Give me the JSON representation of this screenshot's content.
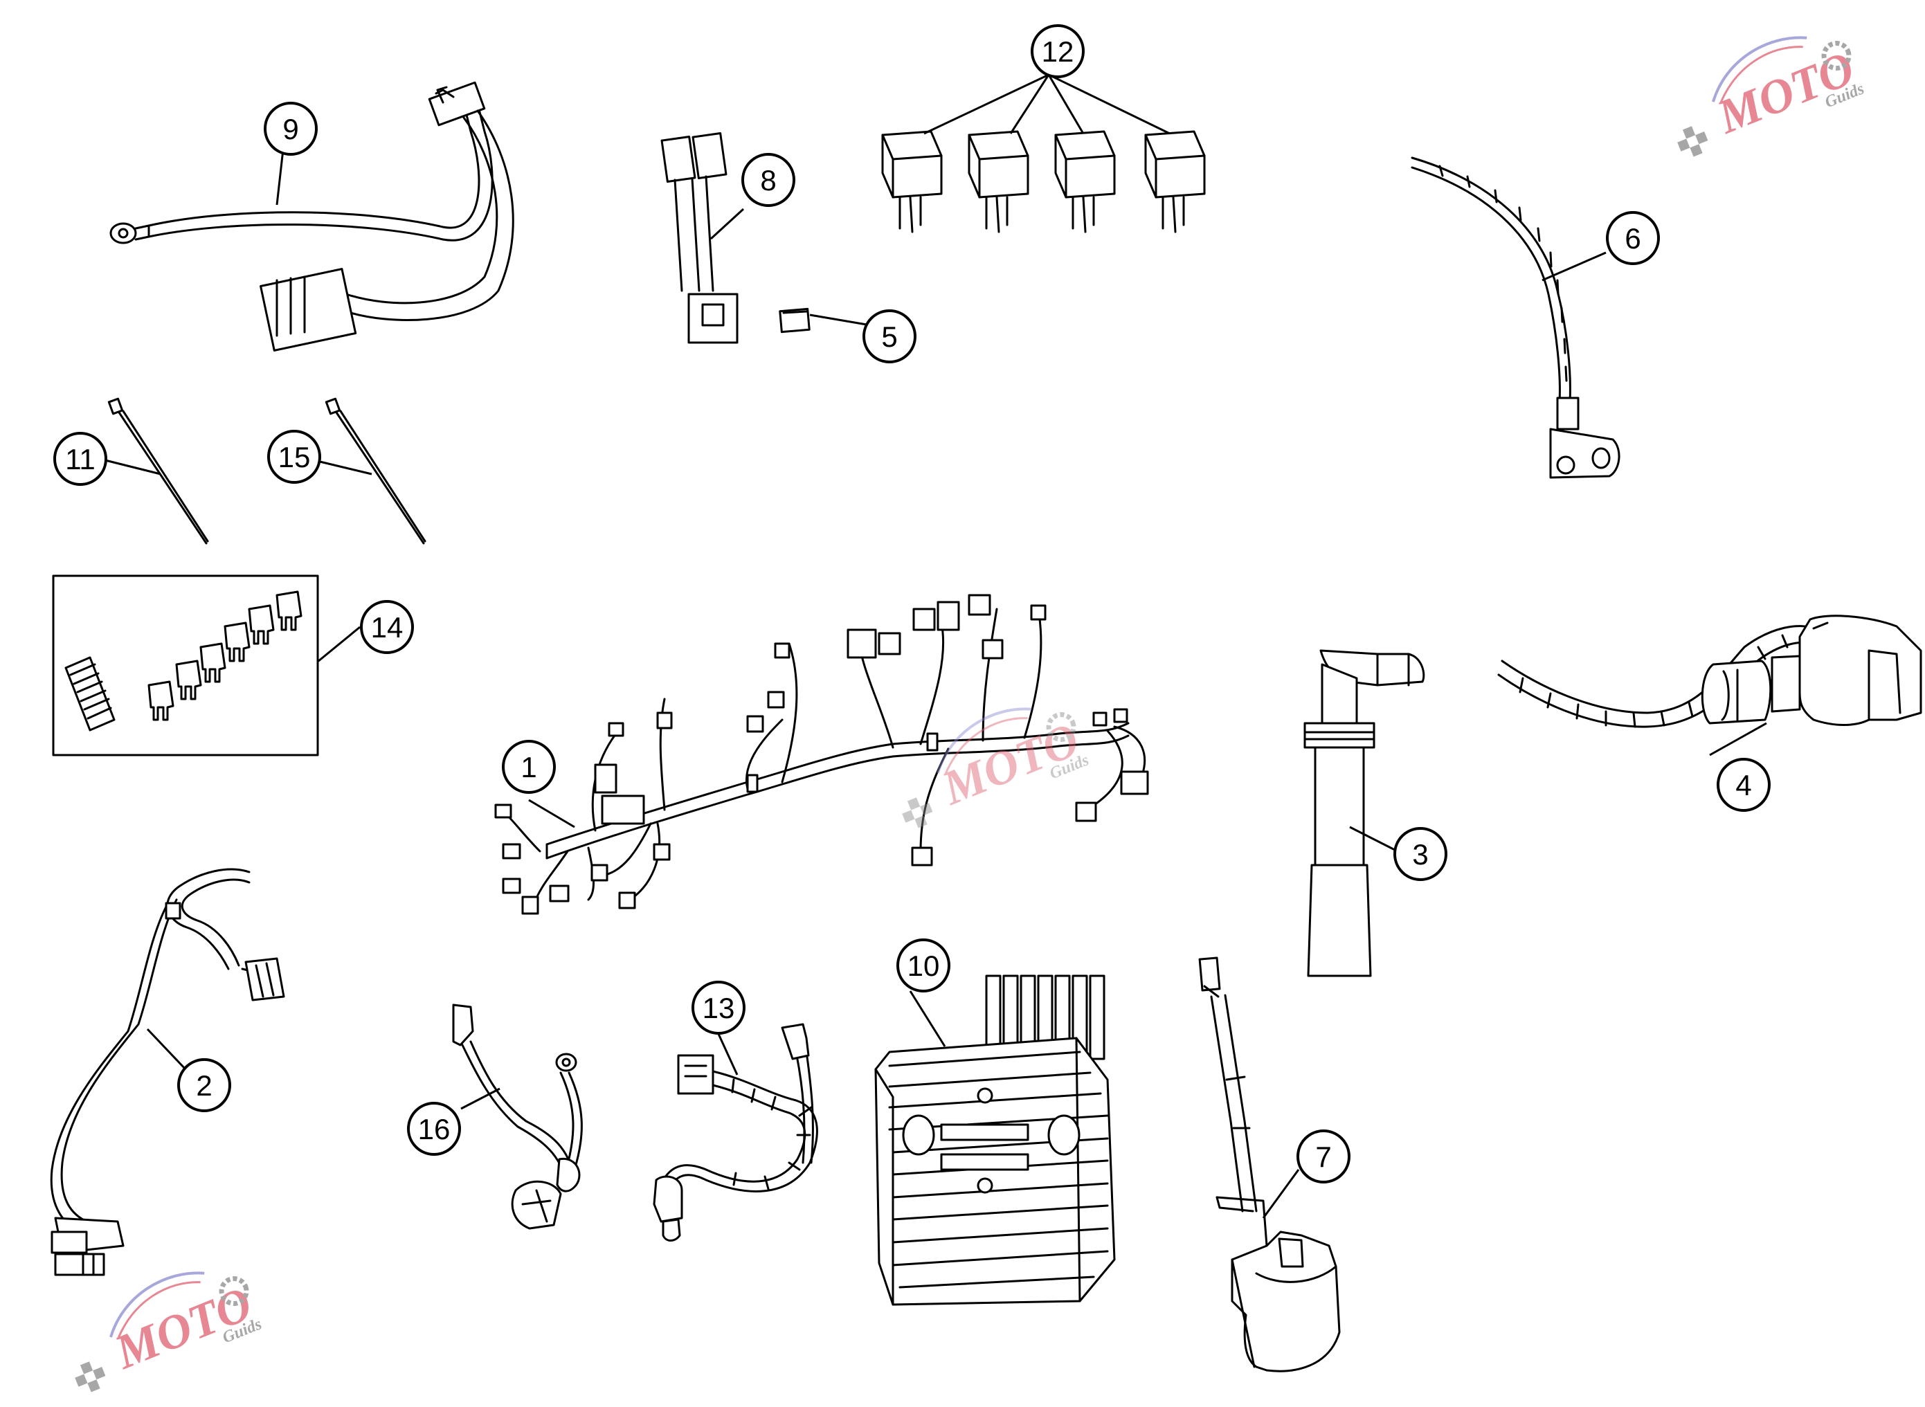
{
  "callouts": {
    "c1": "1",
    "c2": "2",
    "c3": "3",
    "c4": "4",
    "c5": "5",
    "c6": "6",
    "c7": "7",
    "c8": "8",
    "c9": "9",
    "c10": "10",
    "c11": "11",
    "c12": "12",
    "c13": "13",
    "c14": "14",
    "c15": "15",
    "c16": "16"
  },
  "watermark": {
    "letters": "MOTO",
    "sub": "Guids",
    "colors": {
      "red": "#e06070",
      "purple": "#8a8ad0",
      "gray": "#8a8a8a"
    }
  }
}
